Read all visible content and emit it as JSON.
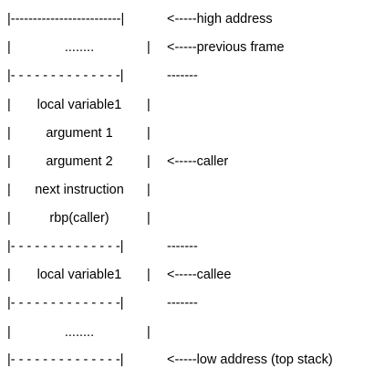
{
  "rows": [
    {
      "kind": "border",
      "text": "|-------------------------|",
      "annotation": "<-----high address"
    },
    {
      "kind": "cell",
      "text": "........",
      "annotation": "<-----previous frame"
    },
    {
      "kind": "border",
      "text": "|- - - - - - - - - - - - - -|",
      "annotation": "-------"
    },
    {
      "kind": "cell",
      "text": "local variable1",
      "annotation": ""
    },
    {
      "kind": "cell",
      "text": "argument 1",
      "annotation": ""
    },
    {
      "kind": "cell",
      "text": "argument 2",
      "annotation": "<-----caller"
    },
    {
      "kind": "cell",
      "text": "next instruction",
      "annotation": ""
    },
    {
      "kind": "cell",
      "text": "rbp(caller)",
      "annotation": ""
    },
    {
      "kind": "border",
      "text": "|- - - - - - - - - - - - - -|",
      "annotation": "-------"
    },
    {
      "kind": "cell",
      "text": "local variable1",
      "annotation": "<-----callee"
    },
    {
      "kind": "border",
      "text": "|- - - - - - - - - - - - - -|",
      "annotation": "-------"
    },
    {
      "kind": "cell",
      "text": "........",
      "annotation": ""
    },
    {
      "kind": "border",
      "text": "|- - - - - - - - - - - - - -|",
      "annotation": "<-----low address (top stack)"
    }
  ],
  "bar_char": "|"
}
